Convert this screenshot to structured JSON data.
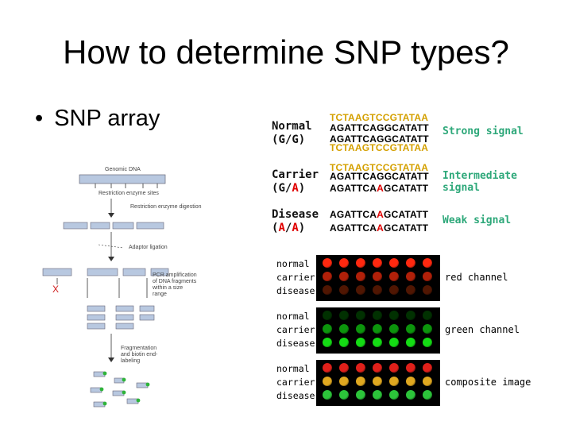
{
  "slide": {
    "title": "How to determine SNP types?",
    "bullet": "SNP array"
  },
  "genotypes": [
    {
      "name": "Normal",
      "genotype_open": "(",
      "allele1": "G",
      "sep": "/",
      "allele2": "G",
      "genotype_close": ")",
      "sequences": [
        {
          "text_a": "TCTAAGTCCGTATAA",
          "hl": "",
          "text_b": "",
          "color": "orange"
        },
        {
          "text_a": "AGATTCAGGCATATT",
          "hl": "",
          "text_b": "",
          "color": "black"
        },
        {
          "text_a": "AGATTCAGGCATATT",
          "hl": "",
          "text_b": "",
          "color": "black"
        },
        {
          "text_a": "TCTAAGTCCGTATAA",
          "hl": "",
          "text_b": "",
          "color": "orange"
        }
      ],
      "signal_line1": "Strong signal",
      "signal_line2": ""
    },
    {
      "name": "Carrier",
      "genotype_open": "(",
      "allele1": "G",
      "sep": "/",
      "allele2": "A",
      "genotype_close": ")",
      "sequences": [
        {
          "text_a": "TCTAAGTCCGTATAA",
          "hl": "",
          "text_b": "",
          "color": "orange"
        },
        {
          "text_a": "AGATTCAGGCATATT",
          "hl": "",
          "text_b": "",
          "color": "black"
        },
        {
          "text_a": "AGATTCA",
          "hl": "A",
          "text_b": "GCATATT",
          "color": "black"
        }
      ],
      "signal_line1": "Intermediate",
      "signal_line2": "signal"
    },
    {
      "name": "Disease",
      "genotype_open": "(",
      "allele1": "A",
      "sep": "/",
      "allele2": "A",
      "genotype_close": ")",
      "sequences": [
        {
          "text_a": "AGATTCA",
          "hl": "A",
          "text_b": "GCATATT",
          "color": "black"
        },
        {
          "text_a": "AGATTCA",
          "hl": "A",
          "text_b": "GCATATT",
          "color": "black"
        }
      ],
      "signal_line1": "Weak signal",
      "signal_line2": ""
    }
  ],
  "row_labels": [
    "normal",
    "carrier",
    "disease"
  ],
  "channels": [
    {
      "label": "red channel",
      "spot_color": "#e0201a",
      "hue": "red",
      "intensities": [
        [
          1,
          1,
          1,
          1,
          1,
          1,
          1
        ],
        [
          0.6,
          0.6,
          0.6,
          0.6,
          0.6,
          0.6,
          0.6
        ],
        [
          0.1,
          0.1,
          0.1,
          0.1,
          0.1,
          0.1,
          0.1
        ]
      ]
    },
    {
      "label": "green channel",
      "spot_color": "#1ec81e",
      "hue": "green",
      "intensities": [
        [
          0.05,
          0.05,
          0.05,
          0.05,
          0.05,
          0.05,
          0.05
        ],
        [
          0.6,
          0.6,
          0.6,
          0.6,
          0.6,
          0.6,
          0.6
        ],
        [
          1,
          1,
          1,
          1,
          1,
          1,
          1
        ]
      ]
    },
    {
      "label": "composite image",
      "spot_color": "#e0b020",
      "hue": "composite",
      "intensities": [
        [
          1,
          1,
          1,
          1,
          1,
          1,
          1
        ],
        [
          1,
          1,
          1,
          1,
          1,
          1,
          1
        ],
        [
          1,
          1,
          1,
          1,
          1,
          1,
          1
        ]
      ]
    }
  ],
  "diagram": {
    "labels": {
      "genomic_dna": "Genomic DNA",
      "restriction": "Restriction enzyme sites",
      "digestion": "Restriction enzyme digestion",
      "adaptor": "Adaptor ligation",
      "pcr": "PCR amplification of DNA fragments within a size range",
      "fragment": "Fragmentation and biotin end-labeling"
    },
    "x_mark": "X"
  },
  "colors": {
    "orange_seq": "#d4a000",
    "highlight": "#e00000",
    "signal": "#2ea87a",
    "bar_fill": "#b8c8e0",
    "biotin": "#2fb43a"
  }
}
